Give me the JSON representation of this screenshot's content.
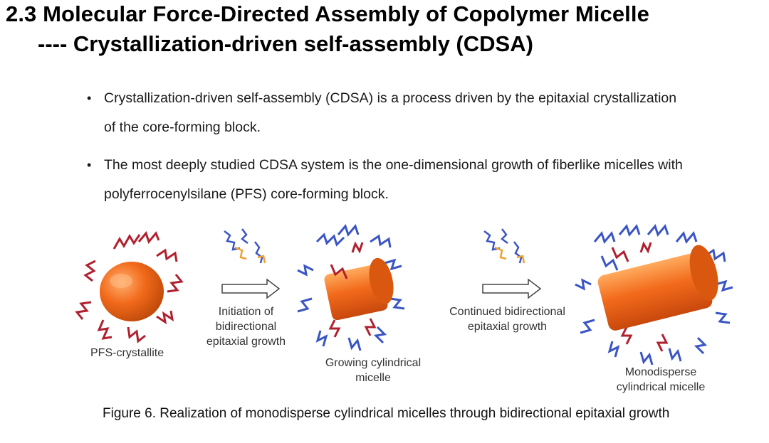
{
  "title": {
    "line1": "2.3 Molecular Force-Directed Assembly of Copolymer Micelle",
    "line2": "---- Crystallization-driven self-assembly (CDSA)"
  },
  "bullets": [
    {
      "marker": "•",
      "text": "Crystallization-driven self-assembly (CDSA) is a process driven by the epitaxial crystallization of the core-forming block."
    },
    {
      "marker": "•",
      "text": "The most deeply studied CDSA system is the one-dimensional growth of fiberlike micelles with polyferrocenylsilane (PFS) core-forming block."
    }
  ],
  "figure": {
    "labels": {
      "pfs_crystallite": "PFS-crystallite",
      "initiation": "Initiation of bidirectional epitaxial growth",
      "growing": "Growing cylindrical micelle",
      "continued": "Continued bidirectional epitaxial growth",
      "monodisperse": "Monodisperse cylindrical micelle"
    },
    "colors": {
      "core": "#f26a1b",
      "corona_red": "#b0202e",
      "corona_blue": "#3a55c4",
      "unimer_orange": "#f0a030"
    }
  },
  "caption": "Figure 6. Realization of monodisperse cylindrical micelles through bidirectional epitaxial growth"
}
